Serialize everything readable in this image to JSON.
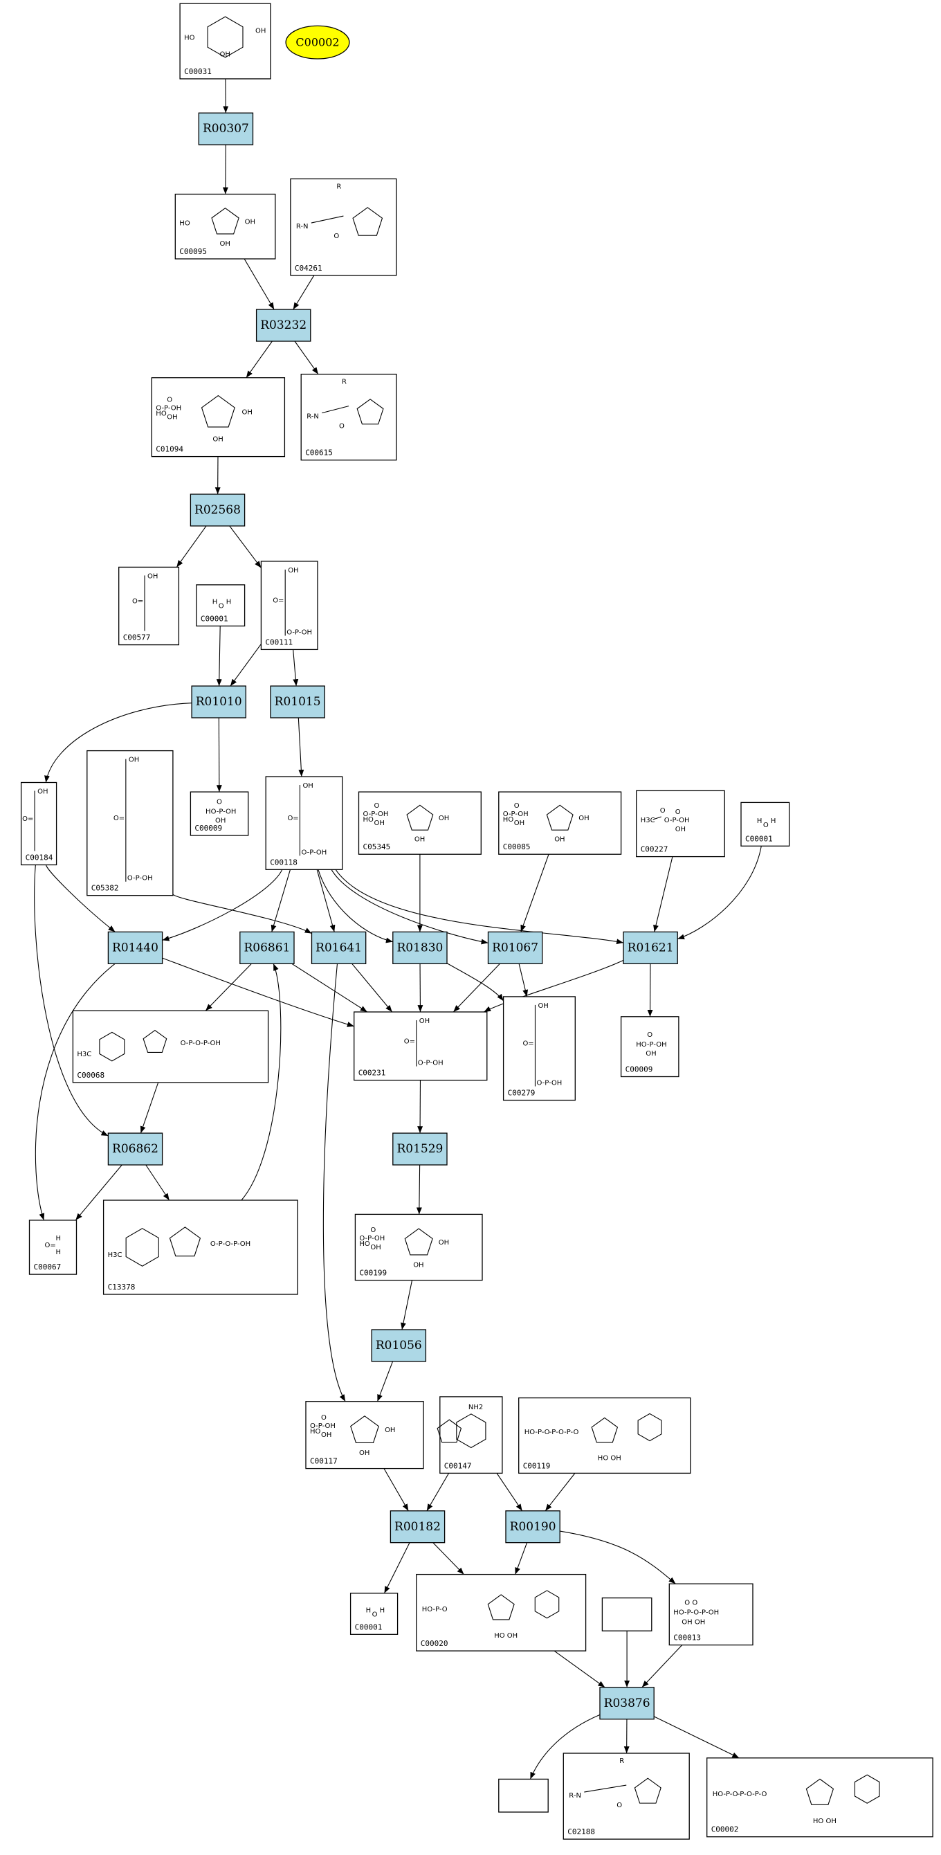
{
  "start_node": {
    "label": "C00002",
    "fill": "#ffff00"
  },
  "colors": {
    "reaction_fill": "#add8e6",
    "start_fill": "#ffff00",
    "edge": "#000000"
  },
  "reactions": [
    {
      "id": "r00307",
      "label": "R00307"
    },
    {
      "id": "r03232",
      "label": "R03232"
    },
    {
      "id": "r02568",
      "label": "R02568"
    },
    {
      "id": "r01010",
      "label": "R01010"
    },
    {
      "id": "r01015",
      "label": "R01015"
    },
    {
      "id": "r01440",
      "label": "R01440"
    },
    {
      "id": "r06861",
      "label": "R06861"
    },
    {
      "id": "r01641",
      "label": "R01641"
    },
    {
      "id": "r01830",
      "label": "R01830"
    },
    {
      "id": "r01067",
      "label": "R01067"
    },
    {
      "id": "r01621",
      "label": "R01621"
    },
    {
      "id": "r06862",
      "label": "R06862"
    },
    {
      "id": "r01529",
      "label": "R01529"
    },
    {
      "id": "r01056",
      "label": "R01056"
    },
    {
      "id": "r00182",
      "label": "R00182"
    },
    {
      "id": "r00190",
      "label": "R00190"
    },
    {
      "id": "r03876",
      "label": "R03876"
    }
  ],
  "compounds": [
    {
      "id": "c00031",
      "label": "C00031",
      "icon": "glucose-structure"
    },
    {
      "id": "c00095",
      "label": "C00095",
      "icon": "fructose-structure"
    },
    {
      "id": "c04261",
      "label": "C04261",
      "icon": "protein-phosphohistidine-structure"
    },
    {
      "id": "c01094",
      "label": "C01094",
      "icon": "fructose-1-phosphate-structure"
    },
    {
      "id": "c00615",
      "label": "C00615",
      "icon": "protein-histidine-structure"
    },
    {
      "id": "c00577",
      "label": "C00577",
      "icon": "glyceraldehyde-structure"
    },
    {
      "id": "c00001a",
      "label": "C00001",
      "icon": "water-structure"
    },
    {
      "id": "c00111",
      "label": "C00111",
      "icon": "glycerone-phosphate-structure"
    },
    {
      "id": "c00009a",
      "label": "C00009",
      "icon": "orthophosphate-structure"
    },
    {
      "id": "c00184",
      "label": "C00184",
      "icon": "glycerone-structure"
    },
    {
      "id": "c05382",
      "label": "C05382",
      "icon": "sedoheptulose-7-phosphate-structure"
    },
    {
      "id": "c00118",
      "label": "C00118",
      "icon": "glyceraldehyde-3-phosphate-structure"
    },
    {
      "id": "c05345",
      "label": "C05345",
      "icon": "fructose-6-phosphate-structure"
    },
    {
      "id": "c00085",
      "label": "C00085",
      "icon": "fructose-6-phosphate-structure"
    },
    {
      "id": "c00227",
      "label": "C00227",
      "icon": "acetyl-phosphate-structure"
    },
    {
      "id": "c00001b",
      "label": "C00001",
      "icon": "water-structure"
    },
    {
      "id": "c00009b",
      "label": "C00009",
      "icon": "orthophosphate-structure"
    },
    {
      "id": "c00068",
      "label": "C00068",
      "icon": "thiamin-diphosphate-structure"
    },
    {
      "id": "c00231",
      "label": "C00231",
      "icon": "xylulose-5-phosphate-structure"
    },
    {
      "id": "c00279",
      "label": "C00279",
      "icon": "erythrose-4-phosphate-structure"
    },
    {
      "id": "c00067",
      "label": "C00067",
      "icon": "formaldehyde-structure"
    },
    {
      "id": "c13378",
      "label": "C13378",
      "icon": "glycolaldehyde-thiamin-diphosphate-structure"
    },
    {
      "id": "c00199",
      "label": "C00199",
      "icon": "ribulose-5-phosphate-structure"
    },
    {
      "id": "c00117",
      "label": "C00117",
      "icon": "ribose-5-phosphate-structure"
    },
    {
      "id": "c00147",
      "label": "C00147",
      "icon": "adenine-structure"
    },
    {
      "id": "c00119",
      "label": "C00119",
      "icon": "prpp-structure"
    },
    {
      "id": "c00001c",
      "label": "C00001",
      "icon": "water-structure"
    },
    {
      "id": "c00020",
      "label": "C00020",
      "icon": "amp-structure"
    },
    {
      "id": "c00013",
      "label": "C00013",
      "icon": "diphosphate-structure"
    },
    {
      "id": "blank1",
      "label": "",
      "icon": ""
    },
    {
      "id": "blank2",
      "label": "",
      "icon": ""
    },
    {
      "id": "c02188",
      "label": "C02188",
      "icon": "protein-lysine-structure"
    },
    {
      "id": "c00002",
      "label": "C00002",
      "icon": "atp-structure"
    }
  ]
}
